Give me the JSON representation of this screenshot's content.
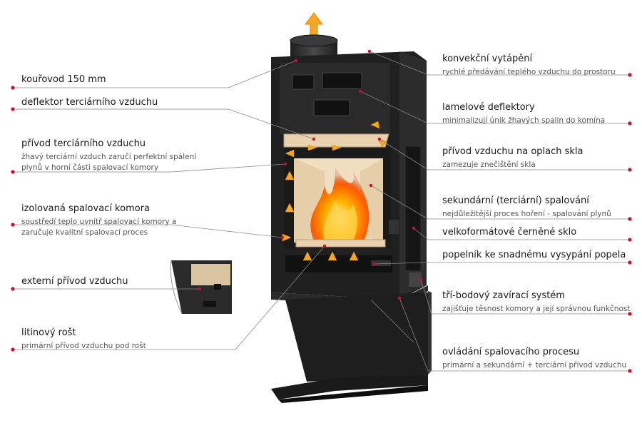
{
  "colors": {
    "accent_red": "#c8102e",
    "stove_body": "#222222",
    "arrow_orange": "#f5a623",
    "fire": "#ff7a00",
    "brick": "#e8d2b0"
  },
  "left_labels": [
    {
      "title": "kouřovod 150 mm",
      "subtitle": ""
    },
    {
      "title": "deflektor terciárního vzduchu",
      "subtitle": ""
    },
    {
      "title": "přívod terciárního vzduchu",
      "subtitle": "žhavý terciární vzduch zaručí perfektní spálení\nplynů v horní části spalovací komory"
    },
    {
      "title": "izolovaná spalovací komora",
      "subtitle": "soustředí teplo uvnitř spalovací komory a\nzaručuje kvalitní spalovací proces"
    },
    {
      "title": "externí přívod vzduchu",
      "subtitle": ""
    },
    {
      "title": "litinový rošt",
      "subtitle": "primární přívod vzduchu pod rošt"
    }
  ],
  "right_labels": [
    {
      "title": "konvekční vytápění",
      "subtitle": "rychlé předávání teplého vzduchu do prostoru"
    },
    {
      "title": "lamelové deflektory",
      "subtitle": "minimalizují únik žhavých spalin do komína"
    },
    {
      "title": "přívod vzduchu na oplach skla",
      "subtitle": "zamezuje znečištění skla"
    },
    {
      "title": "sekundární (terciární) spalování",
      "subtitle": "nejdůležitější proces hoření - spalování plynů"
    },
    {
      "title": "velkoformátové černěné sklo",
      "subtitle": ""
    },
    {
      "title": "popelník ke snadnému vysypání popela",
      "subtitle": ""
    },
    {
      "title": "tří-bodový zavírací systém",
      "subtitle": "zajišťuje těsnost komory a její správnou funkčnost"
    },
    {
      "title": "ovládání spalovacího procesu",
      "subtitle": "primární a sekundární + terciární přívod vzduchu"
    }
  ]
}
